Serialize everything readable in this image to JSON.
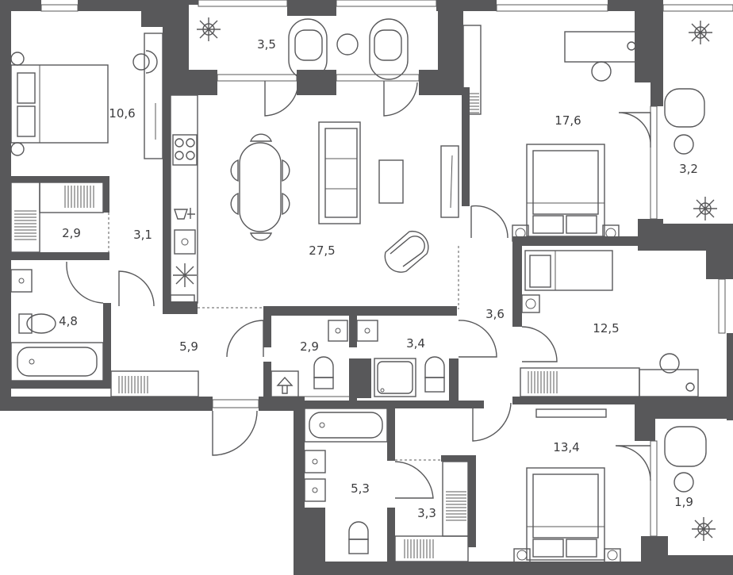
{
  "rooms": [
    {
      "id": "bedroom-nw",
      "label": "10,6"
    },
    {
      "id": "balcony-north",
      "label": "3,5"
    },
    {
      "id": "bedroom-ne",
      "label": "17,6"
    },
    {
      "id": "balcony-ne",
      "label": "3,2"
    },
    {
      "id": "wardrobe-w",
      "label": "2,9"
    },
    {
      "id": "corridor-w",
      "label": "3,1"
    },
    {
      "id": "living-kitchen",
      "label": "27,5"
    },
    {
      "id": "bathroom-w",
      "label": "4,8"
    },
    {
      "id": "hall",
      "label": "5,9"
    },
    {
      "id": "wc",
      "label": "2,9"
    },
    {
      "id": "shower-room",
      "label": "3,4"
    },
    {
      "id": "corridor-e",
      "label": "3,6"
    },
    {
      "id": "bedroom-e",
      "label": "12,5"
    },
    {
      "id": "bedroom-se",
      "label": "13,4"
    },
    {
      "id": "bathroom-s",
      "label": "5,3"
    },
    {
      "id": "wardrobe-s",
      "label": "3,3"
    },
    {
      "id": "balcony-se",
      "label": "1,9"
    }
  ]
}
